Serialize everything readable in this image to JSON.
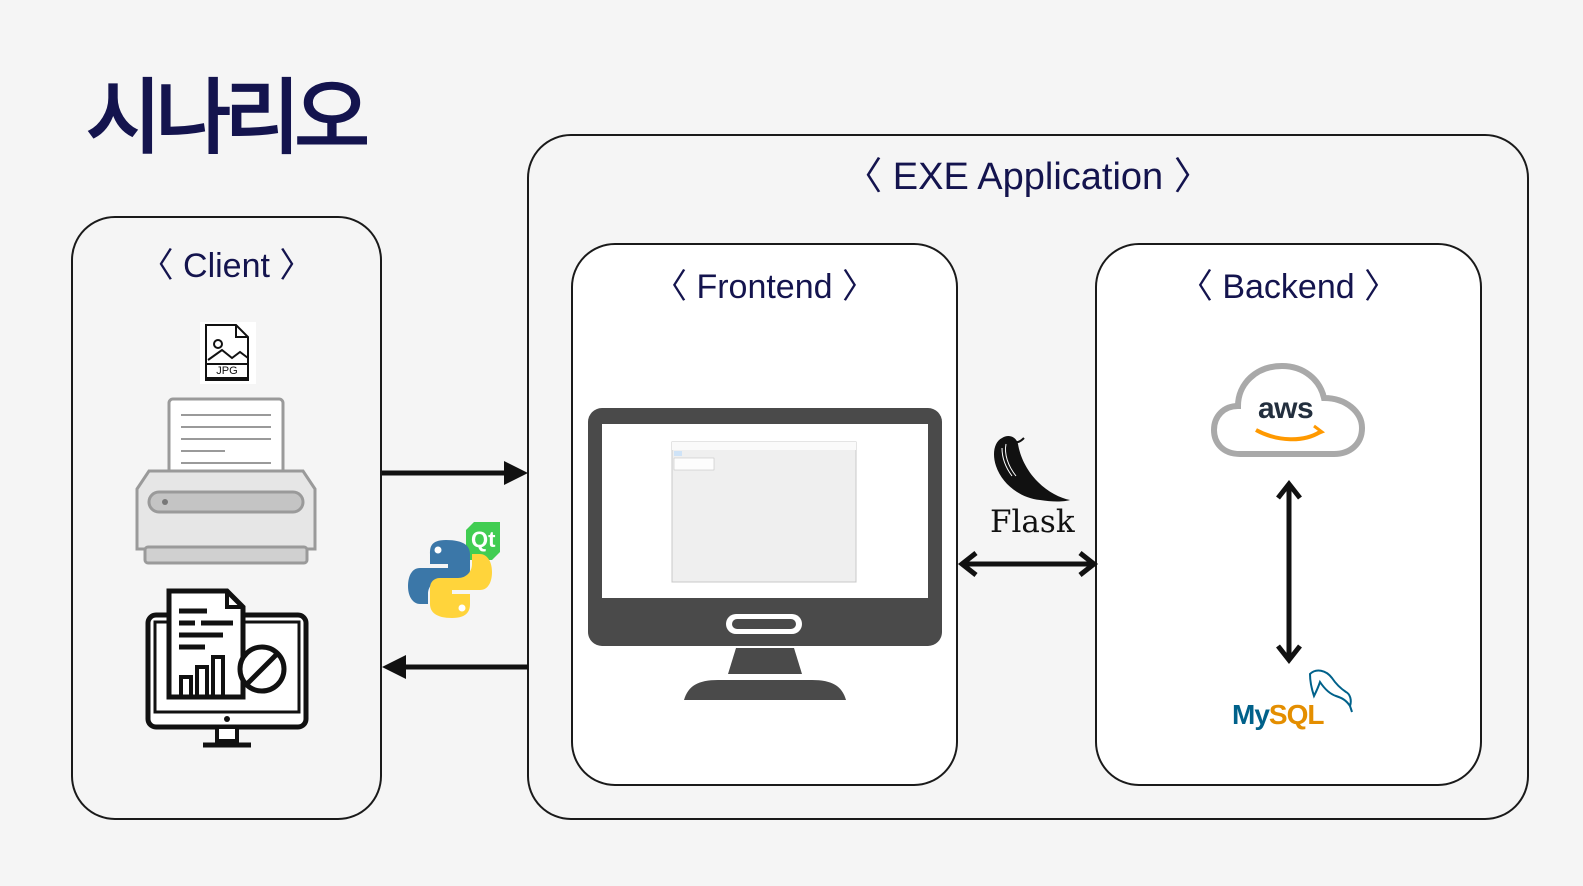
{
  "title": "시나리오",
  "boxes": {
    "exe": {
      "label": "〈 EXE Application 〉"
    },
    "client": {
      "label": "〈 Client 〉"
    },
    "frontend": {
      "label": "〈 Frontend 〉"
    },
    "backend": {
      "label": "〈 Backend 〉"
    }
  },
  "icons": {
    "jpg": {
      "label": "JPG",
      "name": "jpg-file-icon"
    },
    "printer": {
      "name": "printer-icon"
    },
    "report": {
      "name": "report-monitor-icon"
    },
    "python_qt": {
      "name": "python-qt-logo",
      "qt_text": "Qt"
    },
    "monitor": {
      "name": "monitor-icon"
    },
    "flask": {
      "label": "Flask",
      "name": "flask-logo"
    },
    "aws": {
      "label": "aws",
      "name": "aws-cloud-logo"
    },
    "mysql": {
      "my": "My",
      "sql": "SQL",
      "name": "mysql-logo"
    }
  },
  "colors": {
    "title": "#14144e",
    "label": "#14144e",
    "python_blue": "#3b77a8",
    "python_yellow": "#ffd43b",
    "qt_green": "#41cd52",
    "aws_orange": "#ff9900",
    "mysql_blue": "#00618a",
    "mysql_orange": "#e48e00"
  }
}
